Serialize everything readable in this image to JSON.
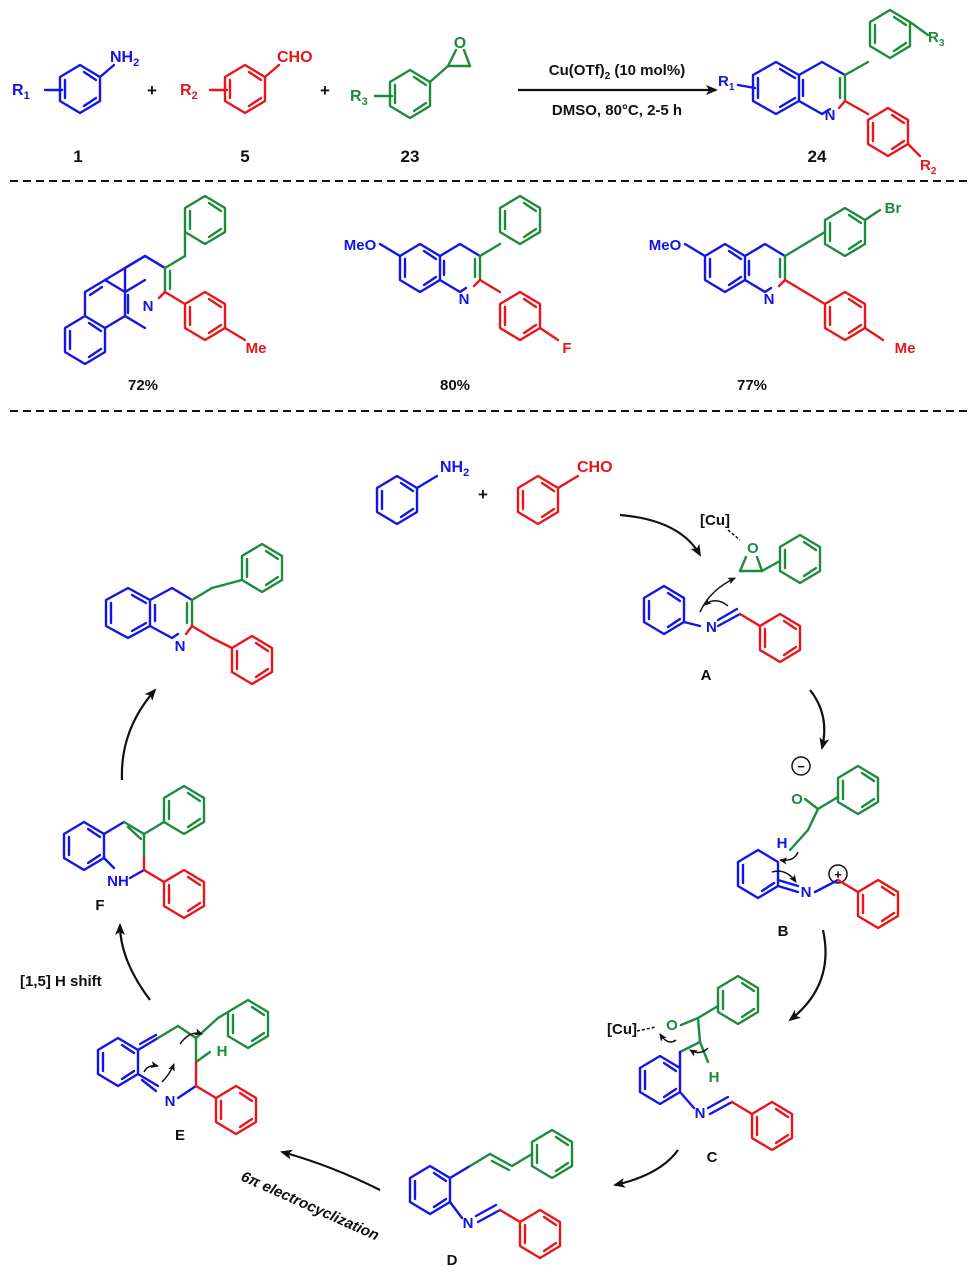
{
  "colors": {
    "blue": "#1414e6",
    "red": "#e8151b",
    "green": "#1e8a3e",
    "black": "#111111"
  },
  "reaction": {
    "reactant1": {
      "sub": "R",
      "sub_index": "1",
      "group": "NH",
      "group_index": "2",
      "label": "1"
    },
    "plus1": "+",
    "reactant2": {
      "sub": "R",
      "sub_index": "2",
      "group": "CHO",
      "label": "5"
    },
    "plus2": "+",
    "reactant3": {
      "sub": "R",
      "sub_index": "3",
      "group": "O",
      "label": "23"
    },
    "conditions_top": "Cu(OTf)",
    "conditions_top_index": "2",
    "conditions_top_tail": " (10 mol%)",
    "conditions_bottom": "DMSO, 80°C, 2-5 h",
    "product": {
      "r1": "R",
      "r1_index": "1",
      "r3": "R",
      "r3_index": "3",
      "r2": "R",
      "r2_index": "2",
      "n": "N",
      "label": "24"
    }
  },
  "examples": [
    {
      "n": "N",
      "sub": "Me",
      "yield": "72%"
    },
    {
      "n": "N",
      "ome": "MeO",
      "sub": "F",
      "yield": "80%"
    },
    {
      "n": "N",
      "ome": "MeO",
      "br": "Br",
      "sub": "Me",
      "yield": "77%"
    }
  ],
  "mechanism": {
    "aniline": {
      "group": "NH",
      "group_index": "2"
    },
    "plus": "+",
    "benzaldehyde": {
      "group": "CHO"
    },
    "A": {
      "label": "A",
      "cu": "[Cu]",
      "o": "O",
      "n": "N"
    },
    "B": {
      "label": "B",
      "o": "O",
      "minus": "−",
      "h": "H",
      "n": "N",
      "plus": "+"
    },
    "C": {
      "label": "C",
      "cu": "[Cu]",
      "o": "O",
      "h": "H",
      "n": "N"
    },
    "D": {
      "label": "D",
      "n": "N"
    },
    "E": {
      "label": "E",
      "n": "N",
      "h": "H"
    },
    "F": {
      "label": "F",
      "nh": "NH"
    },
    "product": {
      "n": "N"
    },
    "step_6pi_symbol": "6π",
    "step_6pi_text": " electrocyclization",
    "step_h_shift": "[1,5] H shift"
  }
}
